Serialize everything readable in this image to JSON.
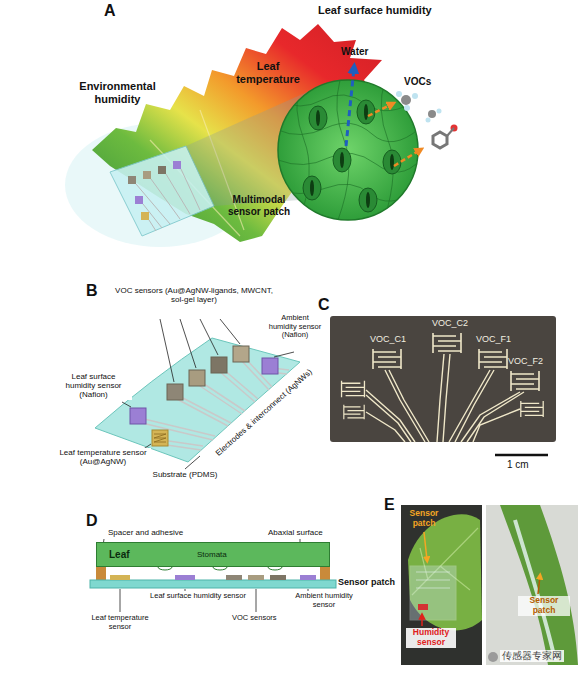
{
  "diagram": {
    "nodes": [
      {
        "text": [
          "Leaf",
          "Stomata"
        ]
      }
    ],
    "labels": [
      "A",
      "Leaf surface humidity",
      "Water",
      "Leaf temperature",
      "VOCs",
      "Environmental humidity",
      "Multimodal sensor patch",
      "B",
      "VOC sensors (Au@AgNW-ligands, MWCNT, sol-gel layer)",
      "C",
      "VOC_C2",
      "VOC_C1",
      "VOC_F1",
      "VOC_F2",
      "Ambient humidity sensor (Nafion)",
      "Leaf surface humidity sensor (Nafion)",
      "Leaf temperature sensor (Au@AgNW)",
      "Electrodes & interconnect (AgNWs)",
      "Substrate (PDMS)",
      "1 cm",
      "D",
      "Spacer and adhesive",
      "Abaxial surface",
      "Sensor patch",
      "Leaf temperature sensor",
      "Leaf surface humidity sensor",
      "VOC sensors",
      "Ambient humidity sensor",
      "E",
      "Sensor patch",
      "Humidity sensor",
      "Sensor patch",
      "传感器专家网"
    ]
  }
}
